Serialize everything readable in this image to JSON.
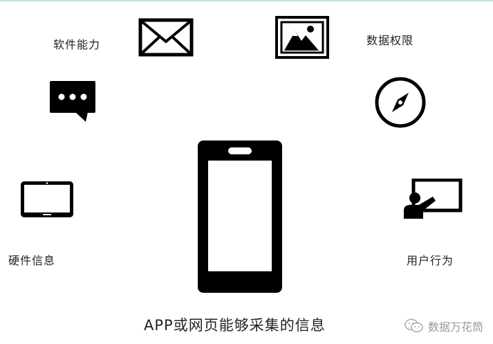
{
  "labels": {
    "software": "软件能力",
    "data_permission": "数据权限",
    "hardware": "硬件信息",
    "user_behavior": "用户行为"
  },
  "caption": "APP或网页能够采集的信息",
  "watermark": {
    "text": "数据万花筒",
    "icon": "wechat-icon"
  },
  "icons": [
    "envelope-icon",
    "image-icon",
    "chat-bubble-icon",
    "compass-icon",
    "tablet-icon",
    "presentation-icon",
    "smartphone-icon"
  ],
  "colors": {
    "icon": "#000000",
    "text": "#222222",
    "top_border": "#bfe7d0",
    "watermark": "#999999"
  }
}
